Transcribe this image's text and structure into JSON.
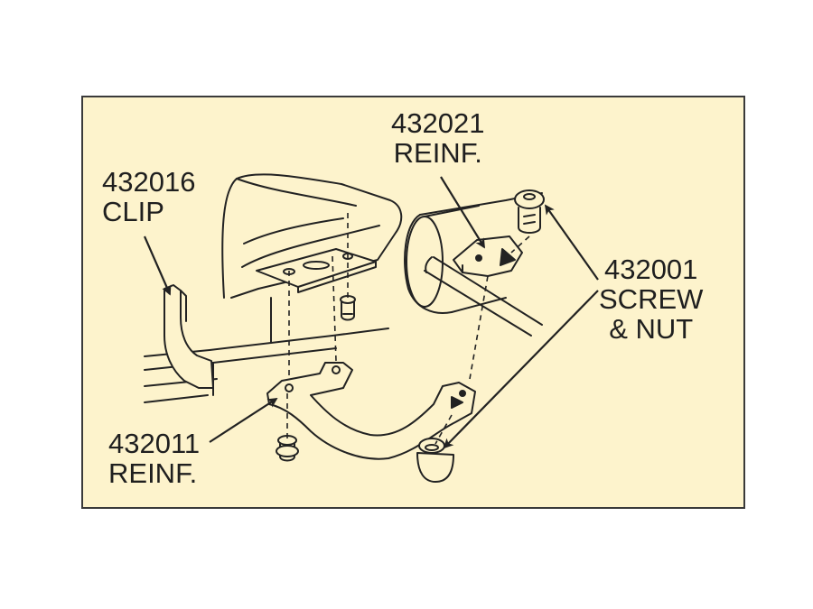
{
  "colors": {
    "background": "#fdf3cc",
    "frame": "#3a3a3a",
    "line": "#222222",
    "part_fill": "#fdf3cc"
  },
  "labels": {
    "clip": {
      "number": "432016",
      "name": "CLIP"
    },
    "reinf_top": {
      "number": "432021",
      "name": "REINF."
    },
    "screw_nut": {
      "number": "432001",
      "line1": "SCREW",
      "line2": "& NUT"
    },
    "reinf_bottom": {
      "number": "432011",
      "name": "REINF."
    }
  },
  "icons": {
    "arrow": "arrow-icon",
    "screw": "screw-icon",
    "nut": "nut-icon"
  }
}
